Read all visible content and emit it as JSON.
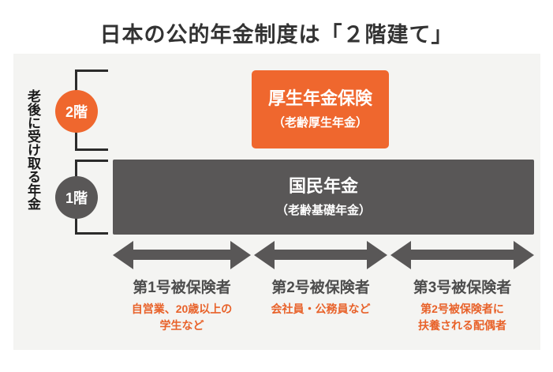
{
  "title": "日本の公的年金制度は「２階建て」",
  "side_label": "老後に受け取る年金",
  "floors": {
    "second": {
      "badge": "2階",
      "box_title": "厚生年金保険",
      "box_subtitle": "（老齢厚生年金）"
    },
    "first": {
      "badge": "1階",
      "box_title": "国民年金",
      "box_subtitle": "（老齢基礎年金）"
    }
  },
  "categories": [
    {
      "label": "第1号被保険者",
      "desc": [
        "自営業、20歳以上の",
        "学生など"
      ]
    },
    {
      "label": "第2号被保険者",
      "desc": [
        "会社員・公務員など",
        ""
      ]
    },
    {
      "label": "第3号被保険者",
      "desc": [
        "第2号被保険者に",
        "扶養される配偶者"
      ]
    }
  ],
  "colors": {
    "orange": "#ef672e",
    "dark_gray": "#595757",
    "panel_bg": "#f4f4f2",
    "orange_text": "#e8622a",
    "title_text": "#333333",
    "label_text": "#4d4d4d",
    "bracket": "#2b2b2b"
  }
}
